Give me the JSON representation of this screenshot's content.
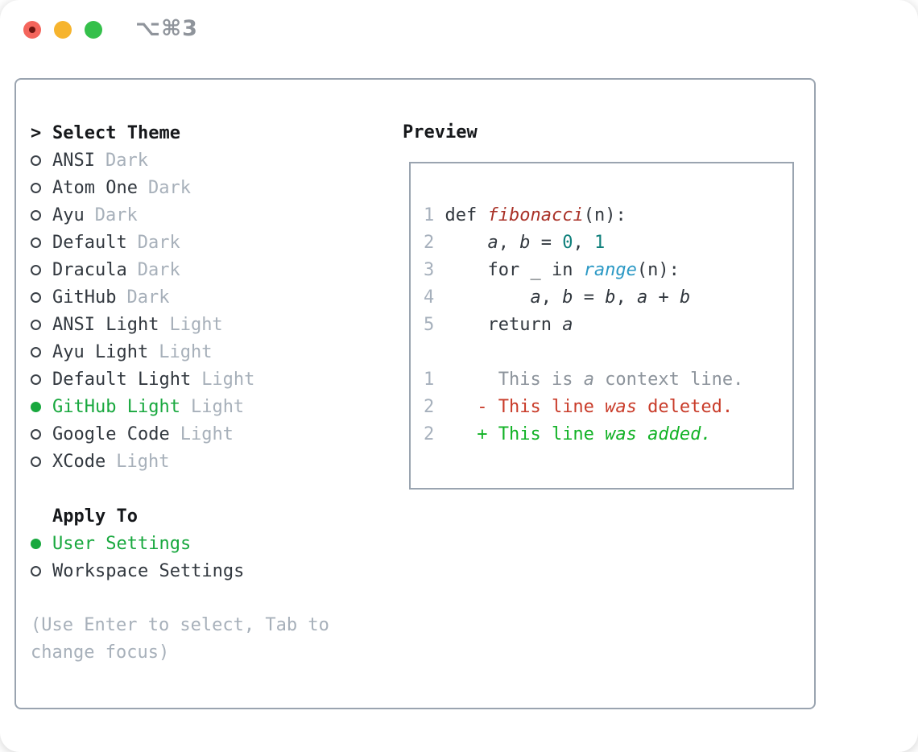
{
  "colors": {
    "accent_green": "#18a83e",
    "diff_added_green": "#12b226",
    "diff_deleted_red": "#c93c2a",
    "function_red": "#a93127",
    "number_teal": "#10807c",
    "builtin_blue": "#2c99c5",
    "muted_gray": "#a7b0ba",
    "context_gray": "#8d949c",
    "text_dark": "#32383f",
    "border_gray": "#9aa4b0",
    "traffic_red": "#f4655c",
    "traffic_yellow": "#f6b42e",
    "traffic_green": "#35c04b"
  },
  "titlebar": {
    "title": "⌥⌘3"
  },
  "theme_picker": {
    "cursor": ">",
    "header": "Select Theme",
    "themes": [
      {
        "name": "ANSI",
        "tag": "Dark",
        "selected": false
      },
      {
        "name": "Atom One",
        "tag": "Dark",
        "selected": false
      },
      {
        "name": "Ayu",
        "tag": "Dark",
        "selected": false
      },
      {
        "name": "Default",
        "tag": "Dark",
        "selected": false
      },
      {
        "name": "Dracula",
        "tag": "Dark",
        "selected": false
      },
      {
        "name": "GitHub",
        "tag": "Dark",
        "selected": false
      },
      {
        "name": "ANSI Light",
        "tag": "Light",
        "selected": false
      },
      {
        "name": "Ayu Light",
        "tag": "Light",
        "selected": false
      },
      {
        "name": "Default Light",
        "tag": "Light",
        "selected": false
      },
      {
        "name": "GitHub Light",
        "tag": "Light",
        "selected": true
      },
      {
        "name": "Google Code",
        "tag": "Light",
        "selected": false
      },
      {
        "name": "XCode",
        "tag": "Light",
        "selected": false
      }
    ]
  },
  "apply_to": {
    "header": "Apply To",
    "options": [
      {
        "name": "User Settings",
        "selected": true
      },
      {
        "name": "Workspace Settings",
        "selected": false
      }
    ]
  },
  "hint": "(Use Enter to select, Tab to change focus)",
  "preview": {
    "header": "Preview",
    "lines": [
      {
        "tokens": [
          {
            "c": "ln",
            "t": "1"
          },
          {
            "c": "fg",
            "t": " def "
          },
          {
            "c": "func",
            "t": "fibonacci"
          },
          {
            "c": "fg",
            "t": "(n):"
          }
        ]
      },
      {
        "tokens": [
          {
            "c": "ln",
            "t": "2"
          },
          {
            "c": "fg",
            "t": "     "
          },
          {
            "c": "var",
            "t": "a"
          },
          {
            "c": "fg",
            "t": ", "
          },
          {
            "c": "var",
            "t": "b"
          },
          {
            "c": "fg",
            "t": " = "
          },
          {
            "c": "num",
            "t": "0"
          },
          {
            "c": "fg",
            "t": ", "
          },
          {
            "c": "num",
            "t": "1"
          }
        ]
      },
      {
        "tokens": [
          {
            "c": "ln",
            "t": "3"
          },
          {
            "c": "fg",
            "t": "     for _ in "
          },
          {
            "c": "call",
            "t": "range"
          },
          {
            "c": "fg",
            "t": "(n):"
          }
        ]
      },
      {
        "tokens": [
          {
            "c": "ln",
            "t": "4"
          },
          {
            "c": "fg",
            "t": "         "
          },
          {
            "c": "var",
            "t": "a"
          },
          {
            "c": "fg",
            "t": ", "
          },
          {
            "c": "var",
            "t": "b"
          },
          {
            "c": "fg",
            "t": " = "
          },
          {
            "c": "var",
            "t": "b"
          },
          {
            "c": "fg",
            "t": ", "
          },
          {
            "c": "var",
            "t": "a"
          },
          {
            "c": "fg",
            "t": " + "
          },
          {
            "c": "var",
            "t": "b"
          }
        ]
      },
      {
        "tokens": [
          {
            "c": "ln",
            "t": "5"
          },
          {
            "c": "fg",
            "t": "     return "
          },
          {
            "c": "var",
            "t": "a"
          }
        ]
      },
      {
        "tokens": []
      },
      {
        "tokens": [
          {
            "c": "ln",
            "t": "1"
          },
          {
            "c": "ctx",
            "t": "      This is "
          },
          {
            "c": "ctxi",
            "t": "a"
          },
          {
            "c": "ctx",
            "t": " context line."
          }
        ]
      },
      {
        "tokens": [
          {
            "c": "ln",
            "t": "2"
          },
          {
            "c": "del",
            "t": "    - This line "
          },
          {
            "c": "deli",
            "t": "was"
          },
          {
            "c": "del",
            "t": " deleted."
          }
        ]
      },
      {
        "tokens": [
          {
            "c": "ln",
            "t": "2"
          },
          {
            "c": "add",
            "t": "    + This line "
          },
          {
            "c": "addi",
            "t": "was"
          },
          {
            "c": "add",
            "t": " "
          },
          {
            "c": "addi",
            "t": "added."
          }
        ]
      }
    ]
  }
}
